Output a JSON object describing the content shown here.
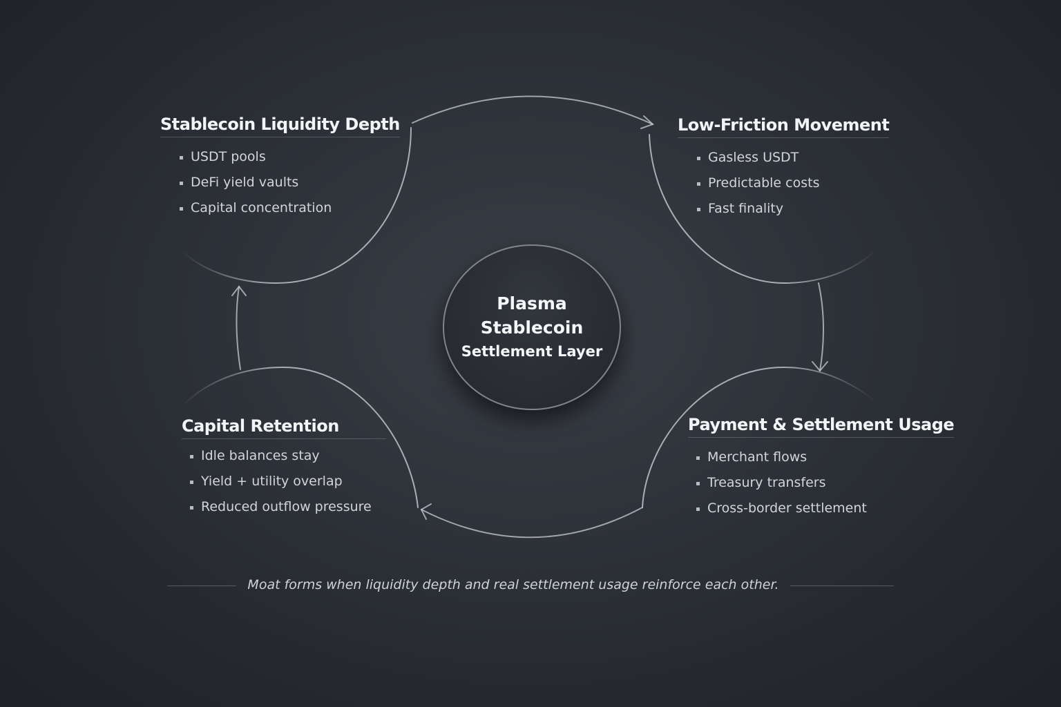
{
  "center": {
    "line1": "Plasma",
    "line2": "Stablecoin",
    "line3": "Settlement Layer"
  },
  "nodes": [
    {
      "title": "Stablecoin Liquidity Depth",
      "items": [
        "USDT pools",
        "DeFi yield vaults",
        "Capital concentration"
      ]
    },
    {
      "title": "Low-Friction Movement",
      "items": [
        "Gasless USDT",
        "Predictable costs",
        "Fast finality"
      ]
    },
    {
      "title": "Payment & Settlement Usage",
      "items": [
        "Merchant flows",
        "Treasury transfers",
        "Cross-border settlement"
      ]
    },
    {
      "title": "Capital Retention",
      "items": [
        "Idle balances stay",
        "Yield + utility overlap",
        "Reduced outflow pressure"
      ]
    }
  ],
  "footer": {
    "caption": "Moat forms when liquidity depth and real settlement usage reinforce each other."
  },
  "colors": {
    "background": "#2c3037",
    "line": "#c8ccd3",
    "text": "#f3f4f6"
  }
}
